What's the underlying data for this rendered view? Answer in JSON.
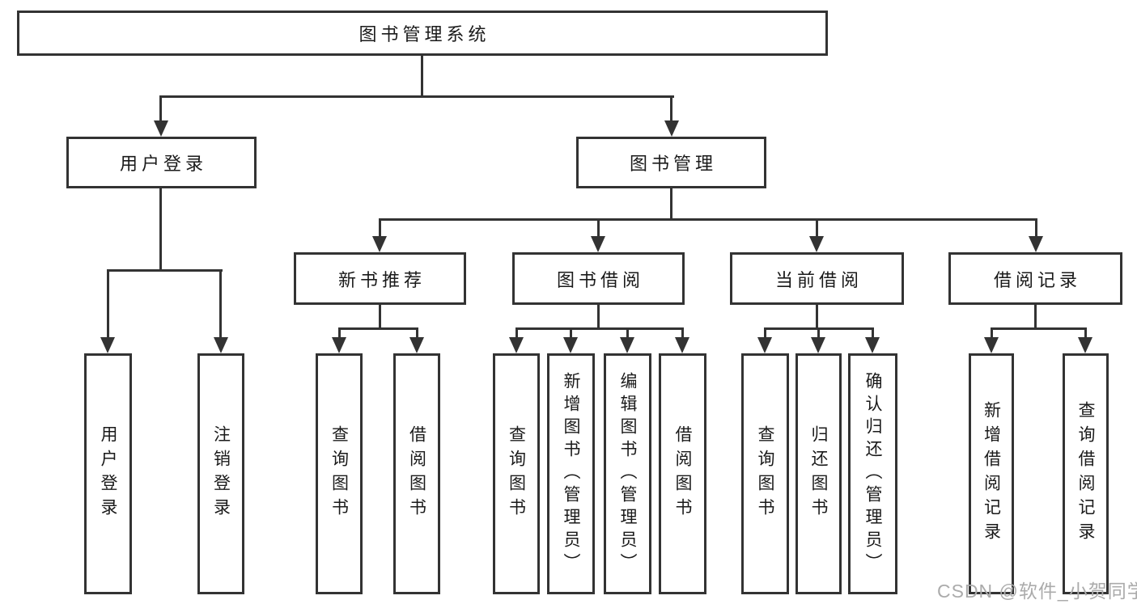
{
  "diagram": {
    "root": {
      "label": "图书管理系统"
    },
    "level2": [
      {
        "label": "用户登录"
      },
      {
        "label": "图书管理"
      }
    ],
    "level3": [
      {
        "label": "新书推荐"
      },
      {
        "label": "图书借阅"
      },
      {
        "label": "当前借阅"
      },
      {
        "label": "借阅记录"
      }
    ],
    "leaves": {
      "user_login": [
        {
          "label": "用户登录"
        },
        {
          "label": "注销登录"
        }
      ],
      "new_book": [
        {
          "label": "查询图书"
        },
        {
          "label": "借阅图书"
        }
      ],
      "book_borrow": [
        {
          "label": "查询图书"
        },
        {
          "label": "新增图书（管理员）"
        },
        {
          "label": "编辑图书（管理员）"
        },
        {
          "label": "借阅图书"
        }
      ],
      "current_borrow": [
        {
          "label": "查询图书"
        },
        {
          "label": "归还图书"
        },
        {
          "label": "确认归还（管理员）"
        }
      ],
      "borrow_records": [
        {
          "label": "新增借阅记录"
        },
        {
          "label": "查询借阅记录"
        }
      ]
    }
  },
  "watermark": {
    "text": "CSDN @软件_小贺同学"
  },
  "colors": {
    "line": "#333333",
    "box_border": "#333333",
    "box_bg": "#ffffff",
    "text": "#1a1a1a",
    "watermark": "#ababab",
    "background": "#ffffff"
  }
}
